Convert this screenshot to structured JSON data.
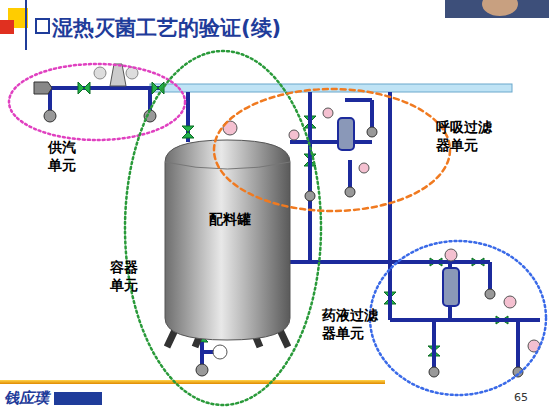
{
  "diagram": {
    "title": "湿热灭菌工艺的验证(续)",
    "nodes": [
      {
        "text": [
          "供汽 单元"
        ]
      },
      {
        "text": [
          "容器 单元"
        ]
      },
      {
        "text": [
          "配料罐"
        ],
        "in": 1
      },
      {
        "text": [
          "呼吸过滤 器单元"
        ]
      },
      {
        "text": [
          "药液过滤 器单元"
        ]
      }
    ],
    "labels": [
      "钱应璞",
      "65"
    ]
  }
}
